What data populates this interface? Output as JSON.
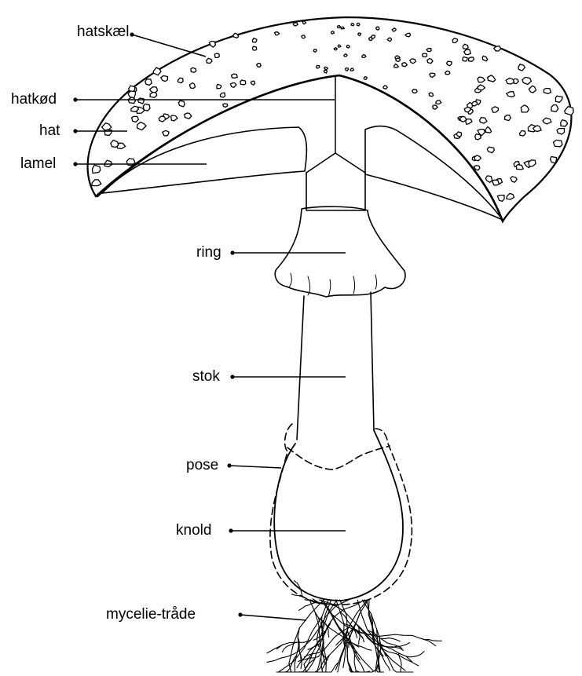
{
  "labels": {
    "hatskael": "hatskæl",
    "hatkoed": "hatkød",
    "hat": "hat",
    "lamel": "lamel",
    "ring": "ring",
    "stok": "stok",
    "pose": "pose",
    "knold": "knold",
    "mycelie": "mycelie-tråde"
  }
}
